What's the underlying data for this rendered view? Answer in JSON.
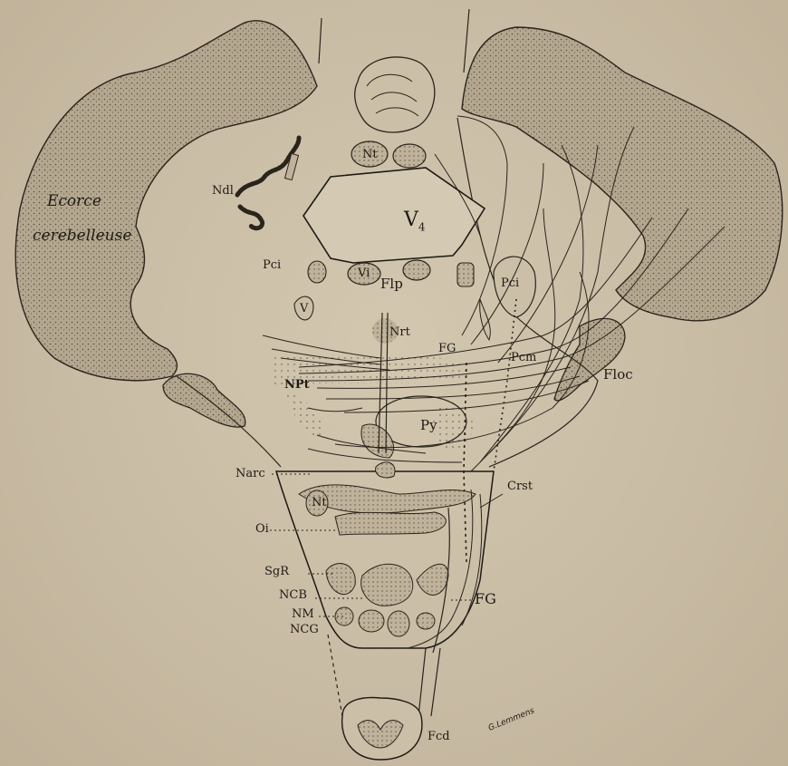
{
  "figure": {
    "labels": {
      "ecorce_1": "Ecorce",
      "ecorce_2": "cerebelleuse",
      "ndl": "Ndl",
      "nt_top": "Nt",
      "v4": "V",
      "v4_sub": "4",
      "pci_left": "Pci",
      "vi": "Vi",
      "flp": "Flp",
      "v_small": "V",
      "nrt": "Nrt",
      "fg_upper": "FG",
      "pci_right": "Pci",
      "pcm": "Pcm",
      "floc": "Floc",
      "npt": "NPt",
      "py": "Py",
      "narc": "Narc",
      "crst": "Crst",
      "nt_lower": "Nt",
      "oi": "Oi",
      "sgr": "SgR",
      "ncb": "NCB",
      "nm": "NM",
      "ncg": "NCG",
      "fg_lower": "FG",
      "fcd": "Fcd",
      "signature": "G.Lemmens"
    }
  }
}
